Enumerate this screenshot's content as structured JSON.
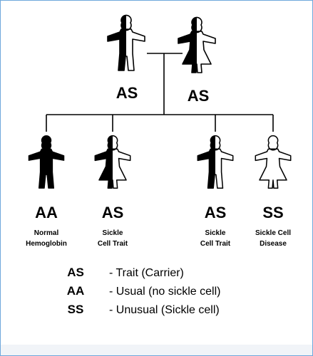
{
  "parents": [
    {
      "genotype": "AS",
      "type": "male",
      "fill": "half"
    },
    {
      "genotype": "AS",
      "type": "female",
      "fill": "half"
    }
  ],
  "children": [
    {
      "genotype": "AA",
      "type": "male",
      "fill": "full",
      "caption_line1": "Normal",
      "caption_line2": "Hemoglobin"
    },
    {
      "genotype": "AS",
      "type": "female",
      "fill": "half",
      "caption_line1": "Sickle",
      "caption_line2": "Cell Trait"
    },
    {
      "genotype": "AS",
      "type": "male",
      "fill": "half",
      "caption_line1": "Sickle",
      "caption_line2": "Cell Trait"
    },
    {
      "genotype": "SS",
      "type": "female",
      "fill": "none",
      "caption_line1": "Sickle Cell",
      "caption_line2": "Disease"
    }
  ],
  "legend": [
    {
      "code": "AS",
      "description": "- Trait (Carrier)"
    },
    {
      "code": "AA",
      "description": "- Usual (no sickle cell)"
    },
    {
      "code": "SS",
      "description": "- Unusual (Sickle cell)"
    }
  ],
  "colors": {
    "frame": "#6fa8dc",
    "figure": "#000000",
    "footer": "#f1f4f8"
  }
}
